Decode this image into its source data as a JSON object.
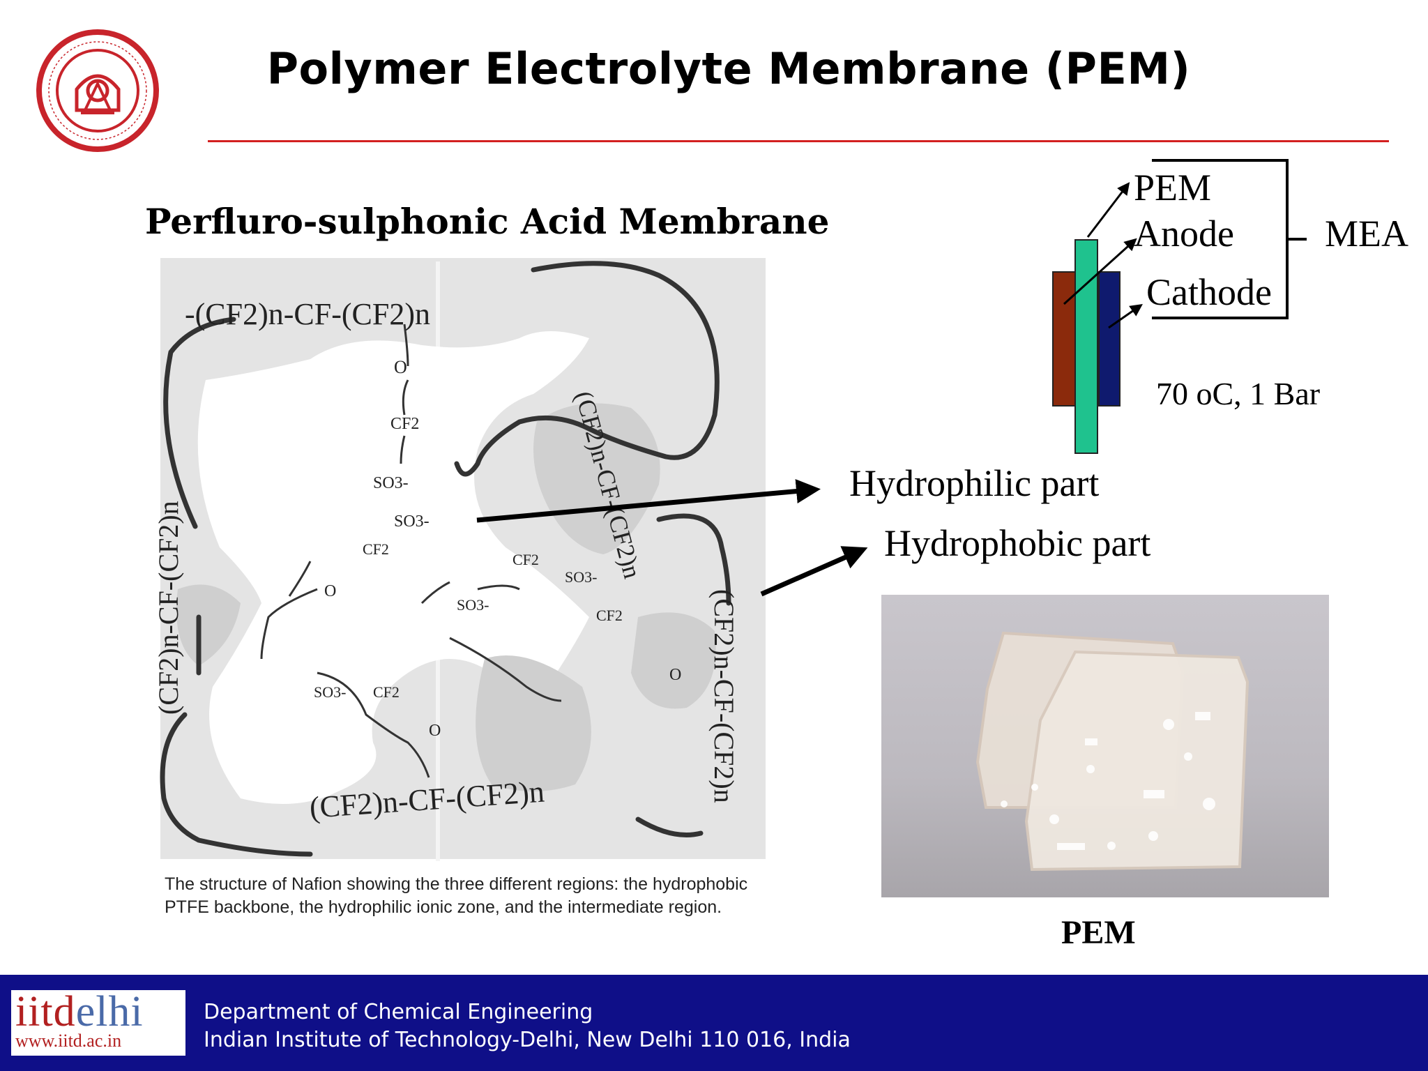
{
  "slide": {
    "title": "Polymer Electrolyte Membrane (PEM)",
    "subtitle": "Perfluro-sulphonic Acid Membrane",
    "figure_caption": "The structure of Nafion showing the three different regions: the hydrophobic PTFE backbone, the hydrophilic ionic zone, and the intermediate region.",
    "labels": {
      "hydrophilic": "Hydrophilic part",
      "hydrophobic": "Hydrophobic part"
    },
    "mea_diagram": {
      "pem": "PEM",
      "anode": "Anode",
      "cathode": "Cathode",
      "group": "MEA",
      "conditions": "70 oC, 1 Bar",
      "colors": {
        "anode": "#8b2a0c",
        "pem": "#1fc28e",
        "cathode": "#0f1a6e"
      }
    },
    "photo_caption": "PEM",
    "structure_labels": {
      "top_chain": "-(CF2)n-CF-(CF2)n",
      "bottom_chain": "(CF2)n-CF-(CF2)n",
      "left_chain": "(CF2)n-CF-(CF2)n",
      "right_chain": "(CF2)n-CF-(CF2)n",
      "middle_chain": "(CF2)n-CF-(CF2)n",
      "o": "O",
      "cf2": "CF2",
      "so3": "SO3-"
    }
  },
  "footer": {
    "logo_text_1": "iitd",
    "logo_text_2": "elhi",
    "logo_url": "www.iitd.ac.in",
    "line1": "Department of Chemical Engineering",
    "line2": "Indian Institute of Technology-Delhi, New Delhi 110 016, India",
    "colors": {
      "band": "#0f0f88",
      "accent_red": "#b22020",
      "rule": "#d32020"
    }
  },
  "seal": {
    "color": "#c8242b"
  }
}
